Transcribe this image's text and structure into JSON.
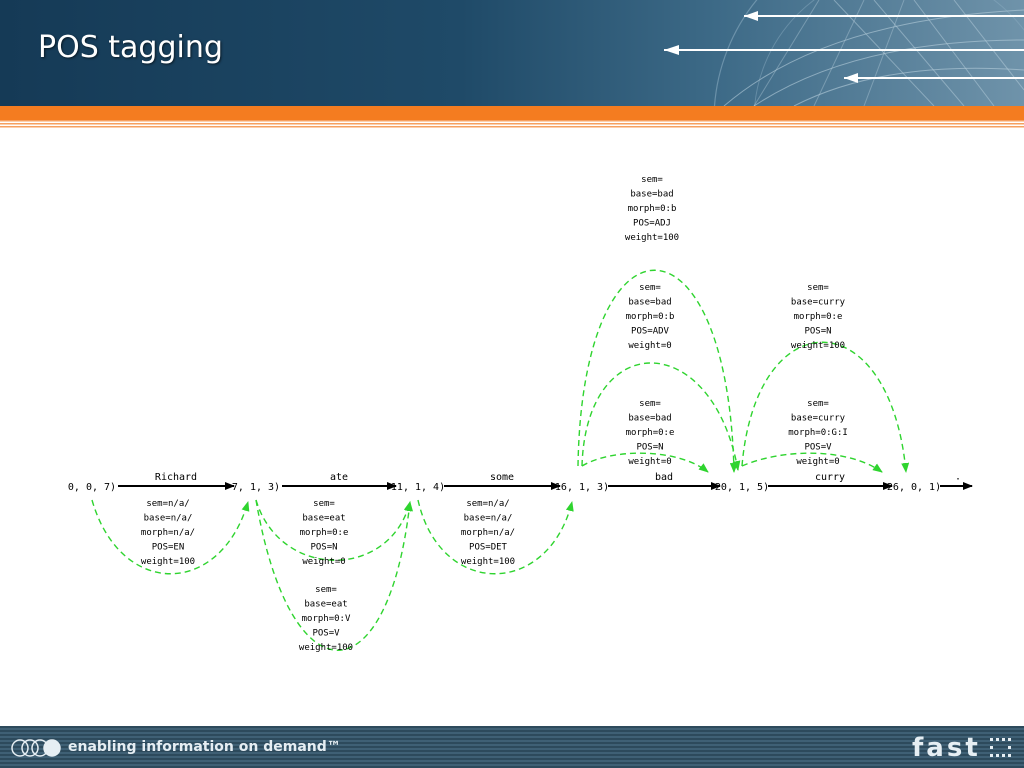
{
  "header": {
    "title": "POS tagging"
  },
  "footer": {
    "tagline": "enabling information on demand™",
    "logo_text": "fast"
  },
  "diagram": {
    "nodes": [
      "0, 0, 7)",
      "7, 1, 3)",
      "11, 1, 4)",
      "16, 1, 3)",
      "20, 1, 5)",
      "26, 0, 1)"
    ],
    "end_marker": "·",
    "edges": [
      {
        "from": 0,
        "to": 1,
        "label": "Richard"
      },
      {
        "from": 1,
        "to": 2,
        "label": "ate"
      },
      {
        "from": 2,
        "to": 3,
        "label": "some"
      },
      {
        "from": 3,
        "to": 4,
        "label": "bad"
      },
      {
        "from": 4,
        "to": 5,
        "label": "curry"
      }
    ],
    "annotations": [
      {
        "from": 0,
        "to": 1,
        "lines": [
          "sem=n/a/",
          "base=n/a/",
          "morph=n/a/",
          "POS=EN",
          "weight=100"
        ]
      },
      {
        "from": 1,
        "to": 2,
        "lines": [
          "sem=",
          "base=eat",
          "morph=0:e",
          "POS=N",
          "weight=0"
        ]
      },
      {
        "from": 1,
        "to": 2,
        "lines": [
          "sem=",
          "base=eat",
          "morph=0:V",
          "POS=V",
          "weight=100"
        ]
      },
      {
        "from": 2,
        "to": 3,
        "lines": [
          "sem=n/a/",
          "base=n/a/",
          "morph=n/a/",
          "POS=DET",
          "weight=100"
        ]
      },
      {
        "from": 3,
        "to": 4,
        "lines": [
          "sem=",
          "base=bad",
          "morph=0:e",
          "POS=N",
          "weight=0"
        ]
      },
      {
        "from": 3,
        "to": 4,
        "lines": [
          "sem=",
          "base=bad",
          "morph=0:b",
          "POS=ADV",
          "weight=0"
        ]
      },
      {
        "from": 3,
        "to": 4,
        "lines": [
          "sem=",
          "base=bad",
          "morph=0:b",
          "POS=ADJ",
          "weight=100"
        ]
      },
      {
        "from": 4,
        "to": 5,
        "lines": [
          "sem=",
          "base=curry",
          "morph=0:G:I",
          "POS=V",
          "weight=0"
        ]
      },
      {
        "from": 4,
        "to": 5,
        "lines": [
          "sem=",
          "base=curry",
          "morph=0:e",
          "POS=N",
          "weight=100"
        ]
      }
    ]
  }
}
